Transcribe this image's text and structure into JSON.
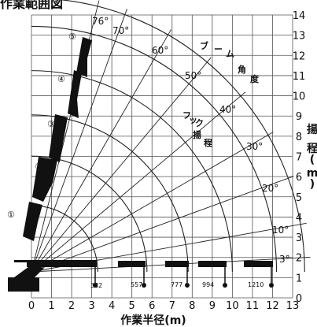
{
  "title": "作業範囲図",
  "chart_data": {
    "type": "diagram",
    "xlabel": "作業半径(m)",
    "ylabel": "揚程(m)",
    "xlim": [
      0,
      13
    ],
    "ylim": [
      0,
      14
    ],
    "x_ticks": [
      "0",
      "1",
      "2",
      "3",
      "4",
      "5",
      "6",
      "7",
      "8",
      "9",
      "10",
      "11",
      "12",
      "13"
    ],
    "y_ticks": [
      "0",
      "1",
      "2",
      "3",
      "4",
      "5",
      "6",
      "7",
      "8",
      "9",
      "10",
      "11",
      "12",
      "13",
      "14"
    ],
    "grid": true,
    "boom_angle_label": "ブーム角度",
    "hook_height_label": "フック揚程",
    "boom_angles": [
      {
        "label": "76°",
        "deg": 76
      },
      {
        "label": "70°",
        "deg": 70
      },
      {
        "label": "60°",
        "deg": 60
      },
      {
        "label": "50°",
        "deg": 50
      },
      {
        "label": "40°",
        "deg": 40
      },
      {
        "label": "30°",
        "deg": 30
      },
      {
        "label": "20°",
        "deg": 20
      },
      {
        "label": "10°",
        "deg": 10
      },
      {
        "label": "3°",
        "deg": 3
      }
    ],
    "boom_stages": [
      {
        "label": "①",
        "length": 3.2
      },
      {
        "label": "②",
        "length": 5.7
      },
      {
        "label": "③",
        "length": 7.7
      },
      {
        "label": "④",
        "length": 9.9
      },
      {
        "label": "⑤",
        "length": 12.1
      }
    ],
    "radius_captions": [
      "332",
      "557",
      "777",
      "994",
      "1210"
    ]
  }
}
